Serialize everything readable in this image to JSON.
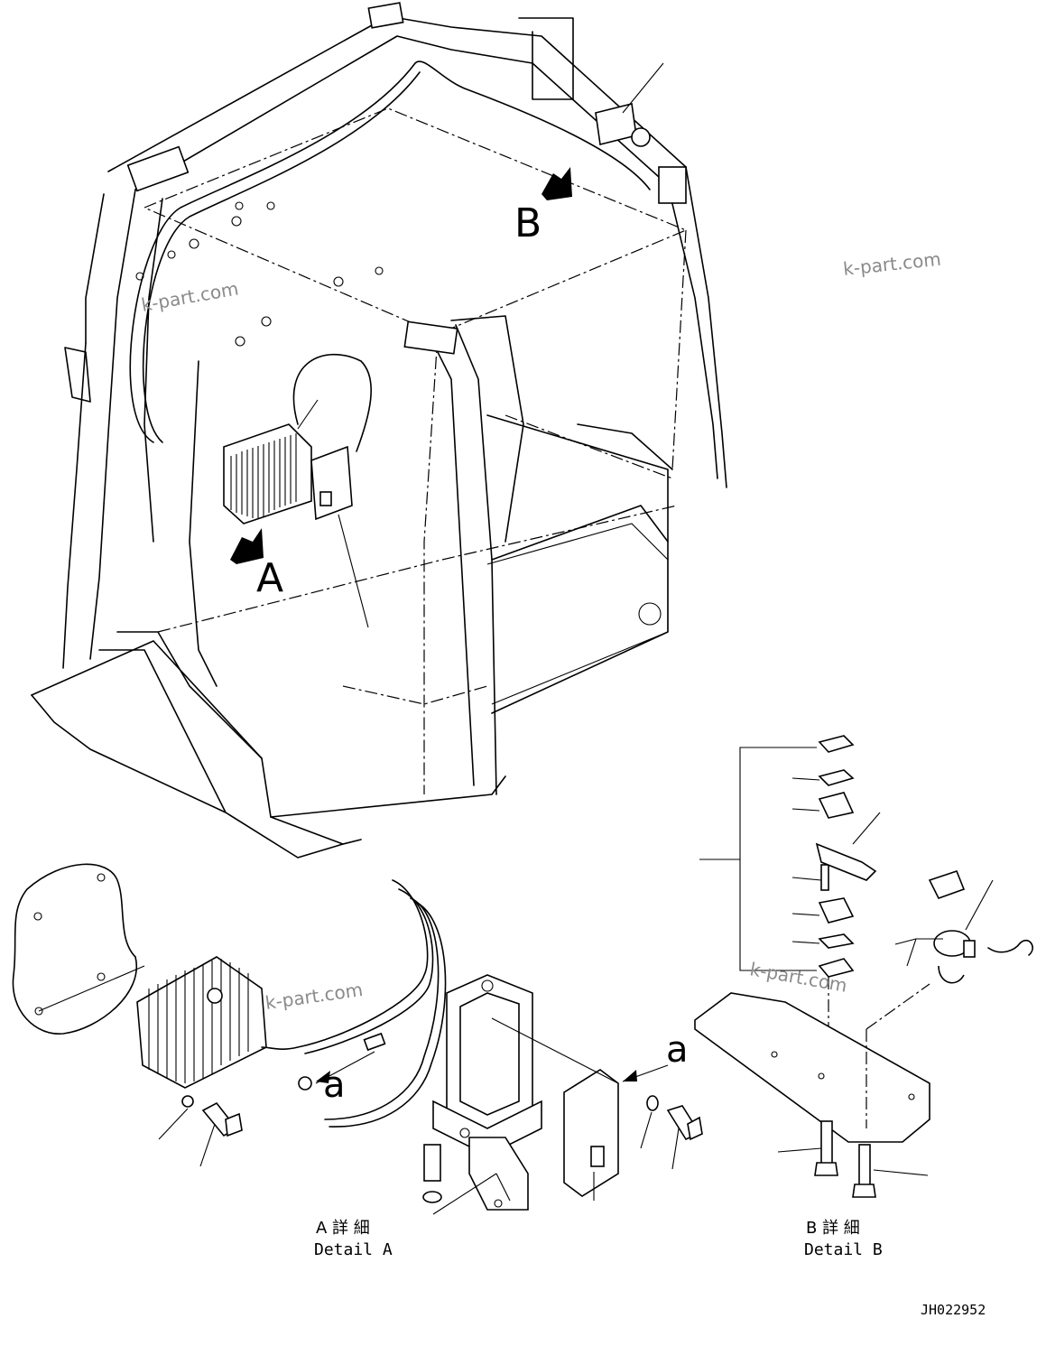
{
  "view_labels": {
    "view_a_letter": "A",
    "view_b_letter": "B",
    "ref_a_1": "a",
    "ref_a_2": "a"
  },
  "detail_a": {
    "title_jp": "A 詳 細",
    "title_en": "Detail A"
  },
  "detail_b": {
    "title_jp": "B 詳 細",
    "title_en": "Detail B"
  },
  "drawing_number": "JH022952",
  "watermark": "k-part.com",
  "colors": {
    "line": "#000000",
    "background": "#ffffff",
    "watermark": "#8a8a8a"
  }
}
